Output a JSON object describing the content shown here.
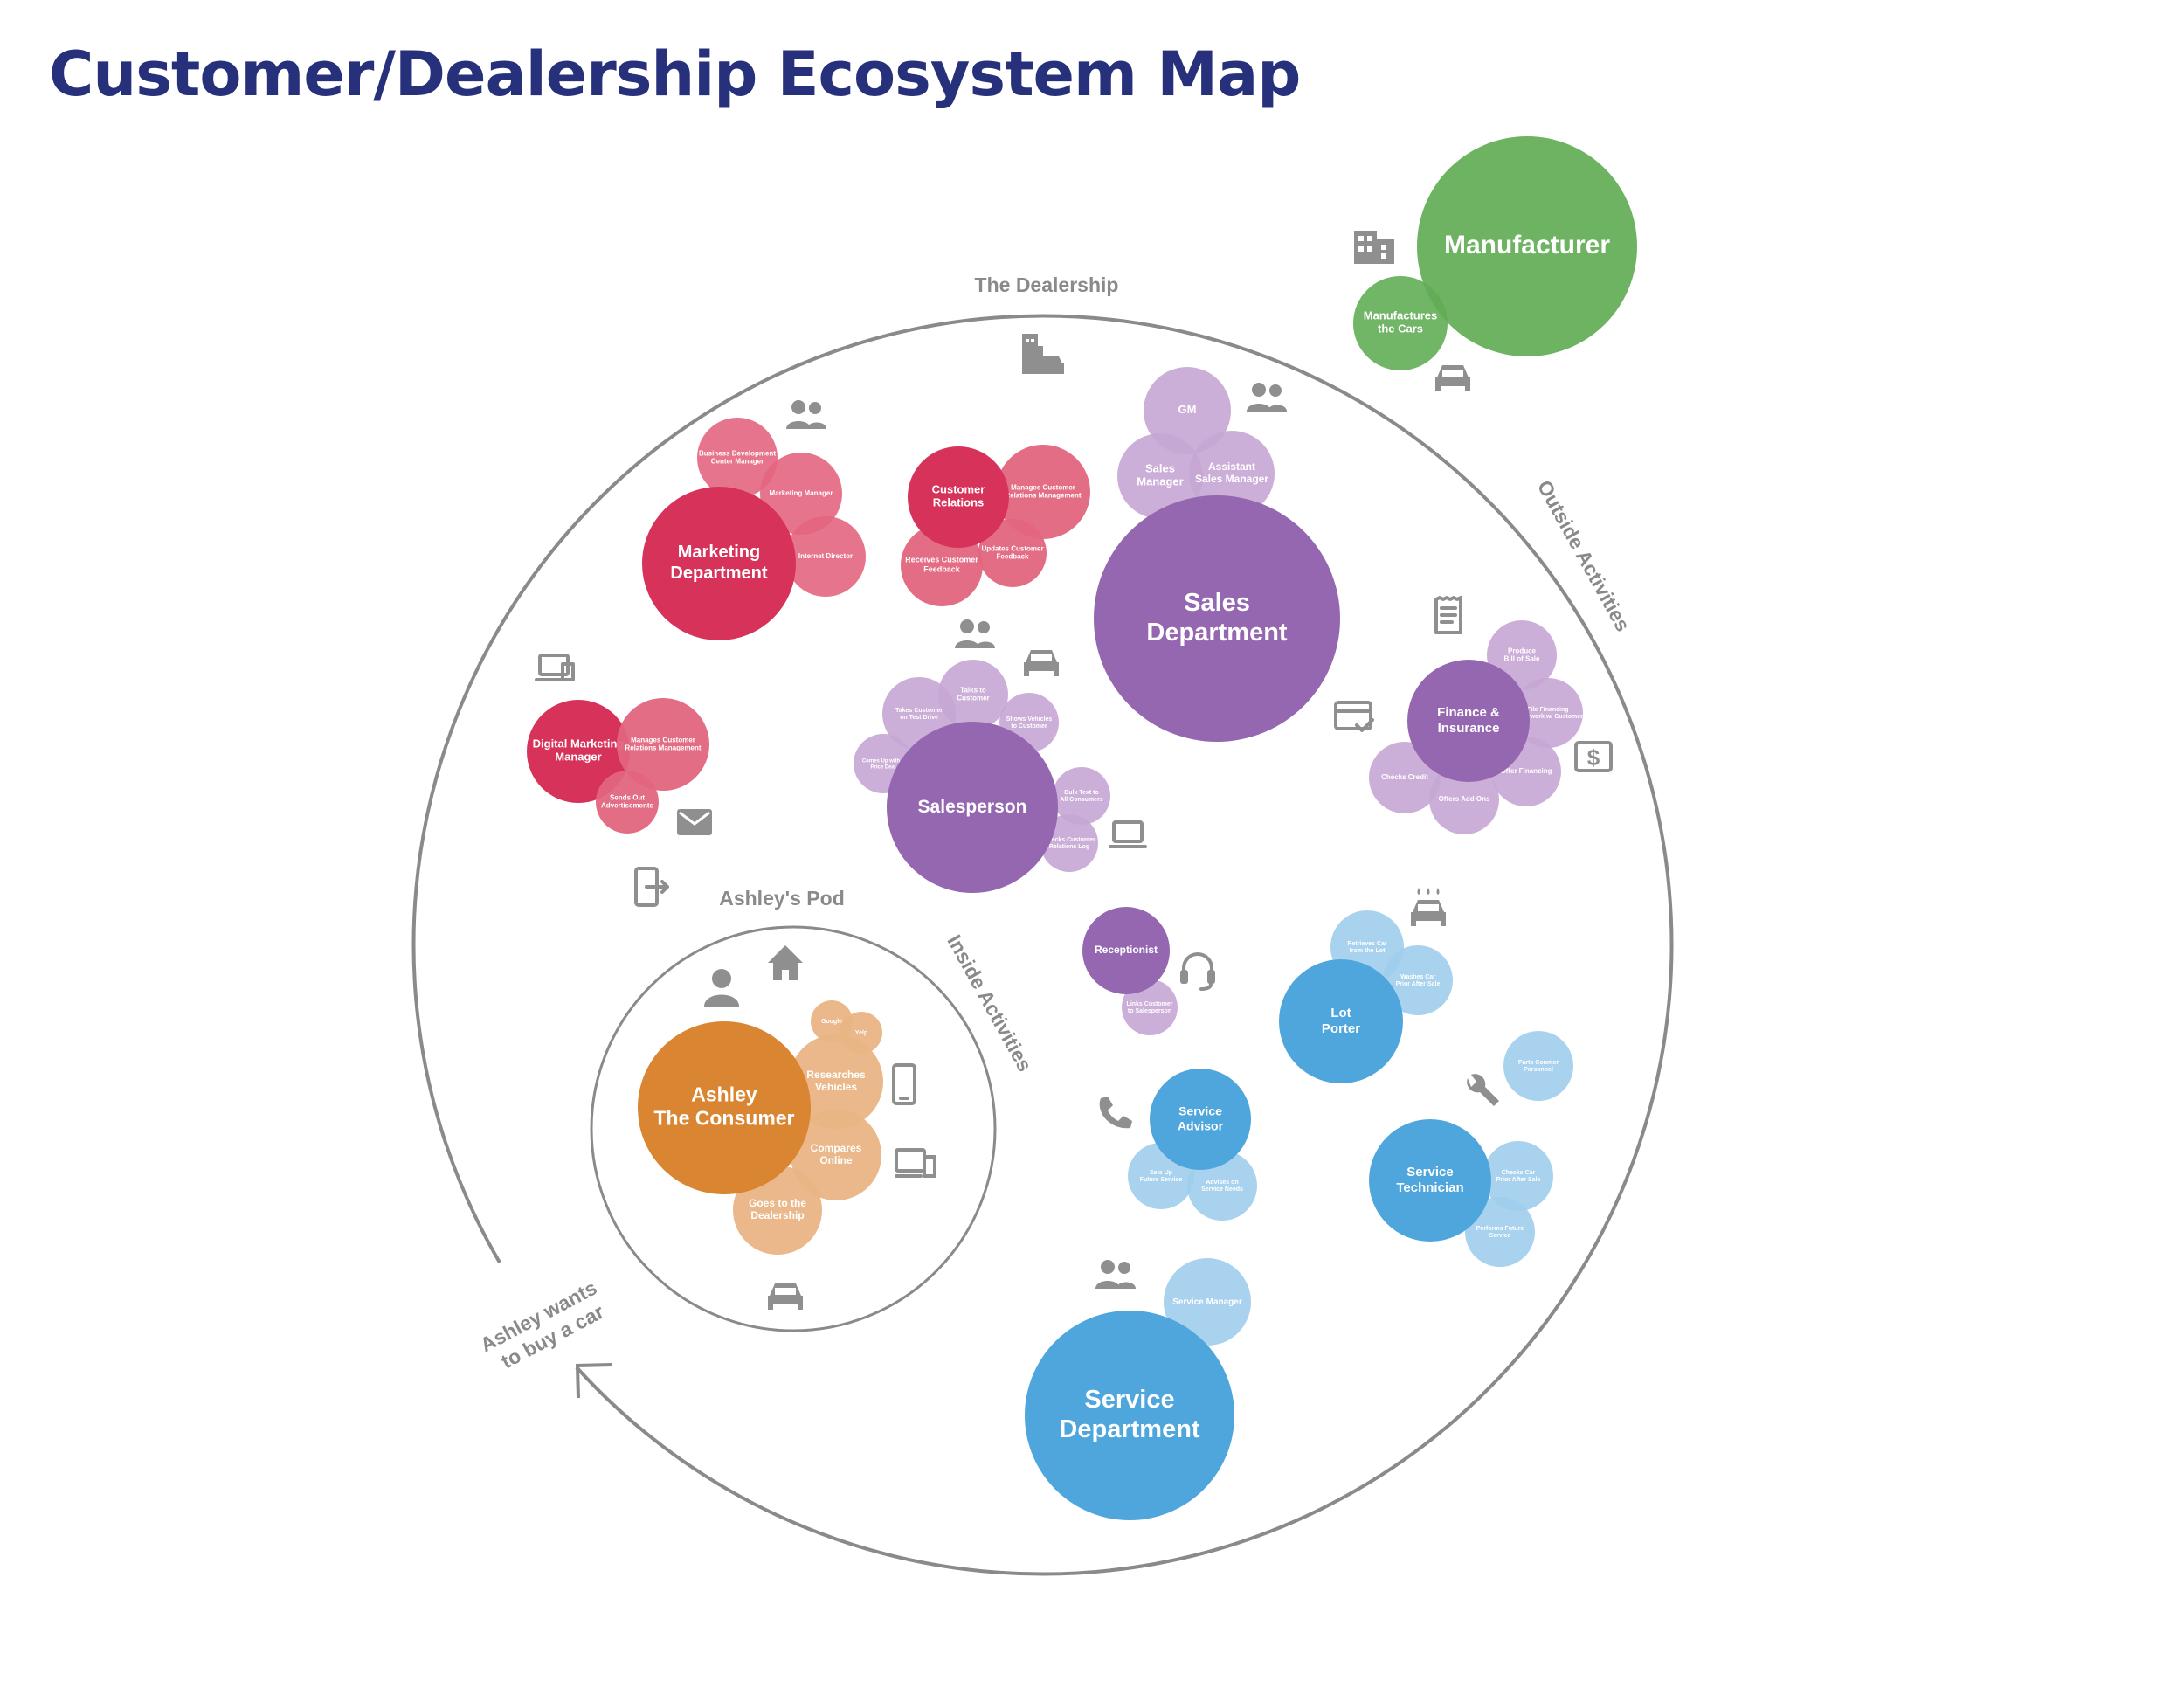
{
  "title": "Customer/Dealership Ecosystem Map",
  "annotations": {
    "dealership": "The Dealership",
    "outside": "Outside Activities",
    "inside": "Inside Activities",
    "pod": "Ashley's Pod",
    "loop_line1": "Ashley wants",
    "loop_line2": "to buy a car"
  },
  "colors": {
    "manufacturer": "#62ad55",
    "marketing_dark": "#d6325a",
    "marketing_light": "#e3657f",
    "sales_dark": "#9467b0",
    "sales_light": "#c6a6d4",
    "service_dark": "#4fa6dc",
    "service_light": "#9fcdec",
    "consumer_dark": "#d98531",
    "consumer_light": "#e9b484",
    "ring": "#8a8a8a",
    "title": "#27307a"
  },
  "nodes": {
    "manufacturer": [
      "Manufacturer"
    ],
    "manufactures": [
      "Manufactures",
      "the Cars"
    ],
    "bdc_manager": [
      "Business Development",
      "Center Manager"
    ],
    "marketing_manager": [
      "Marketing Manager"
    ],
    "internet_director": [
      "Internet Director"
    ],
    "marketing_dept": [
      "Marketing",
      "Department"
    ],
    "customer_relations": [
      "Customer",
      "Relations"
    ],
    "manages_crm_top": [
      "Manages Customer",
      "Relations Management"
    ],
    "receives_feedback": [
      "Receives Customer",
      "Feedback"
    ],
    "updates_feedback": [
      "Updates Customer",
      "Feedback"
    ],
    "gm": [
      "GM"
    ],
    "sales_manager": [
      "Sales",
      "Manager"
    ],
    "assistant_sales_manager": [
      "Assistant",
      "Sales Manager"
    ],
    "sales_dept": [
      "Sales",
      "Department"
    ],
    "produce_bill": [
      "Produce",
      "Bill of Sale"
    ],
    "files_financing": [
      "File Financing",
      "Paperwork w/ Customer"
    ],
    "finance_insurance": [
      "Finance &",
      "Insurance"
    ],
    "checks_credit": [
      "Checks Credit"
    ],
    "offers_add_ons": [
      "Offers Add Ons"
    ],
    "offer_financing": [
      "Offer Financing"
    ],
    "digital_marketing": [
      "Digital Marketing",
      "Manager"
    ],
    "manages_crm_left": [
      "Manages Customer",
      "Relations Management"
    ],
    "sends_ads": [
      "Sends Out",
      "Advertisements"
    ],
    "talks_customer": [
      "Talks to",
      "Customer"
    ],
    "takes_test_drive": [
      "Takes Customer",
      "on Test Drive"
    ],
    "shows_vehicles": [
      "Shows Vehicles",
      "to Customer"
    ],
    "comes_up_price": [
      "Comes Up with a",
      "Price Deal"
    ],
    "salesperson": [
      "Salesperson"
    ],
    "bulk_text": [
      "Bulk Text to",
      "All Consumers"
    ],
    "checks_log": [
      "Checks Customer",
      "Relations Log"
    ],
    "receptionist": [
      "Receptionist"
    ],
    "links_customer": [
      "Links Customer",
      "to Salesperson"
    ],
    "retrieves_car": [
      "Retrieves Car",
      "from the Lot"
    ],
    "washes_car": [
      "Washes Car",
      "Prior After Sale"
    ],
    "lot_porter": [
      "Lot",
      "Porter"
    ],
    "parts_counter": [
      "Parts Counter",
      "Personnel"
    ],
    "service_advisor": [
      "Service",
      "Advisor"
    ],
    "sets_up_service": [
      "Sets Up",
      "Future Service"
    ],
    "advises_service": [
      "Advises on",
      "Service Needs"
    ],
    "service_technician": [
      "Service",
      "Technician"
    ],
    "checks_car": [
      "Checks Car",
      "Prior After Sale"
    ],
    "performs_service": [
      "Performs Future",
      "Service"
    ],
    "service_manager": [
      "Service Manager"
    ],
    "service_dept": [
      "Service",
      "Department"
    ],
    "google": [
      "Google"
    ],
    "yelp": [
      "Yelp"
    ],
    "researches": [
      "Researches",
      "Vehicles"
    ],
    "compares": [
      "Compares",
      "Online"
    ],
    "goes_dealership": [
      "Goes to the",
      "Dealership"
    ],
    "ashley": [
      "Ashley",
      "The Consumer"
    ]
  },
  "icons": [
    "building-icon",
    "car-icon",
    "dealership-building-icon",
    "people-icon",
    "receipt-icon",
    "credit-card-icon",
    "dollar-icon",
    "laptop-icon",
    "email-icon",
    "mobile-exit-icon",
    "headset-icon",
    "car-wash-icon",
    "wrench-icon",
    "phone-icon",
    "person-icon",
    "home-icon",
    "smartphone-icon",
    "devices-icon",
    "arrow-icon"
  ]
}
